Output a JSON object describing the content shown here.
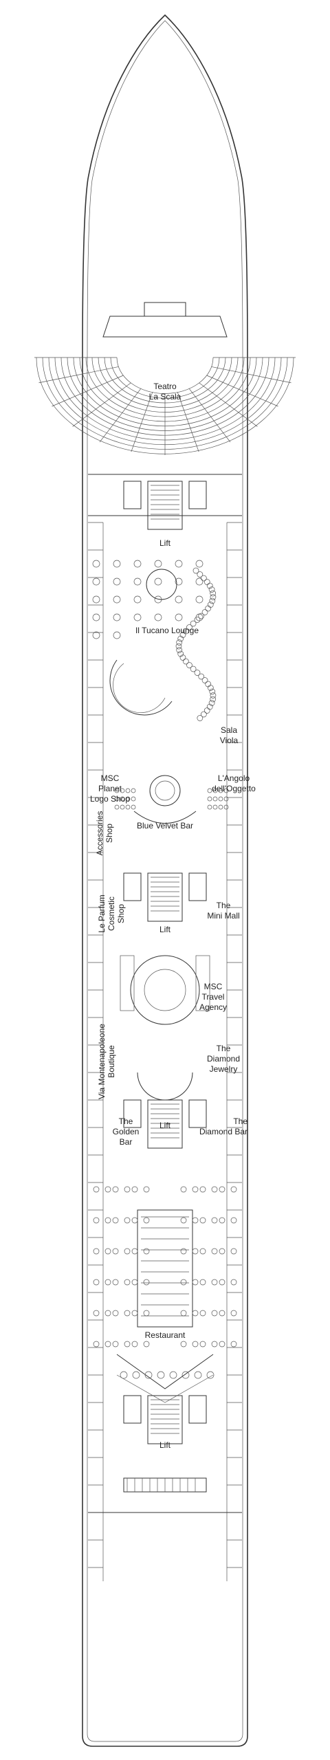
{
  "deck_plan": {
    "labels": {
      "teatro": [
        "Teatro",
        "La Scala"
      ],
      "lift_1": "Lift",
      "tucano": "Il Tucano Lounge",
      "sala_viola": [
        "Sala",
        "Viola"
      ],
      "msc_planet": [
        "MSC",
        "Planet",
        "Logo Shop"
      ],
      "angolo": [
        "L'Angolo",
        "dell'Oggetto"
      ],
      "blue_velvet": "Blue Velvet Bar",
      "accessories": [
        "Accessories",
        "Shop"
      ],
      "le_parfum": [
        "Le Parfum",
        "Cosmetic",
        "Shop"
      ],
      "lift_2": "Lift",
      "mini_mall": [
        "The",
        "Mini Mall"
      ],
      "msc_travel": [
        "MSC",
        "Travel",
        "Agency"
      ],
      "via_montenapoleone": [
        "Via Montenapoleone",
        "Boutique"
      ],
      "diamond_jewelry": [
        "The",
        "Diamond",
        "Jewelry"
      ],
      "golden_bar": [
        "The",
        "Golden",
        "Bar"
      ],
      "lift_3": "Lift",
      "diamond_bar": [
        "The",
        "Diamond Bar"
      ],
      "restaurant": "Restaurant",
      "lift_4": "Lift"
    },
    "colors": {
      "line": "#333333",
      "background": "#ffffff",
      "text": "#222222"
    }
  }
}
